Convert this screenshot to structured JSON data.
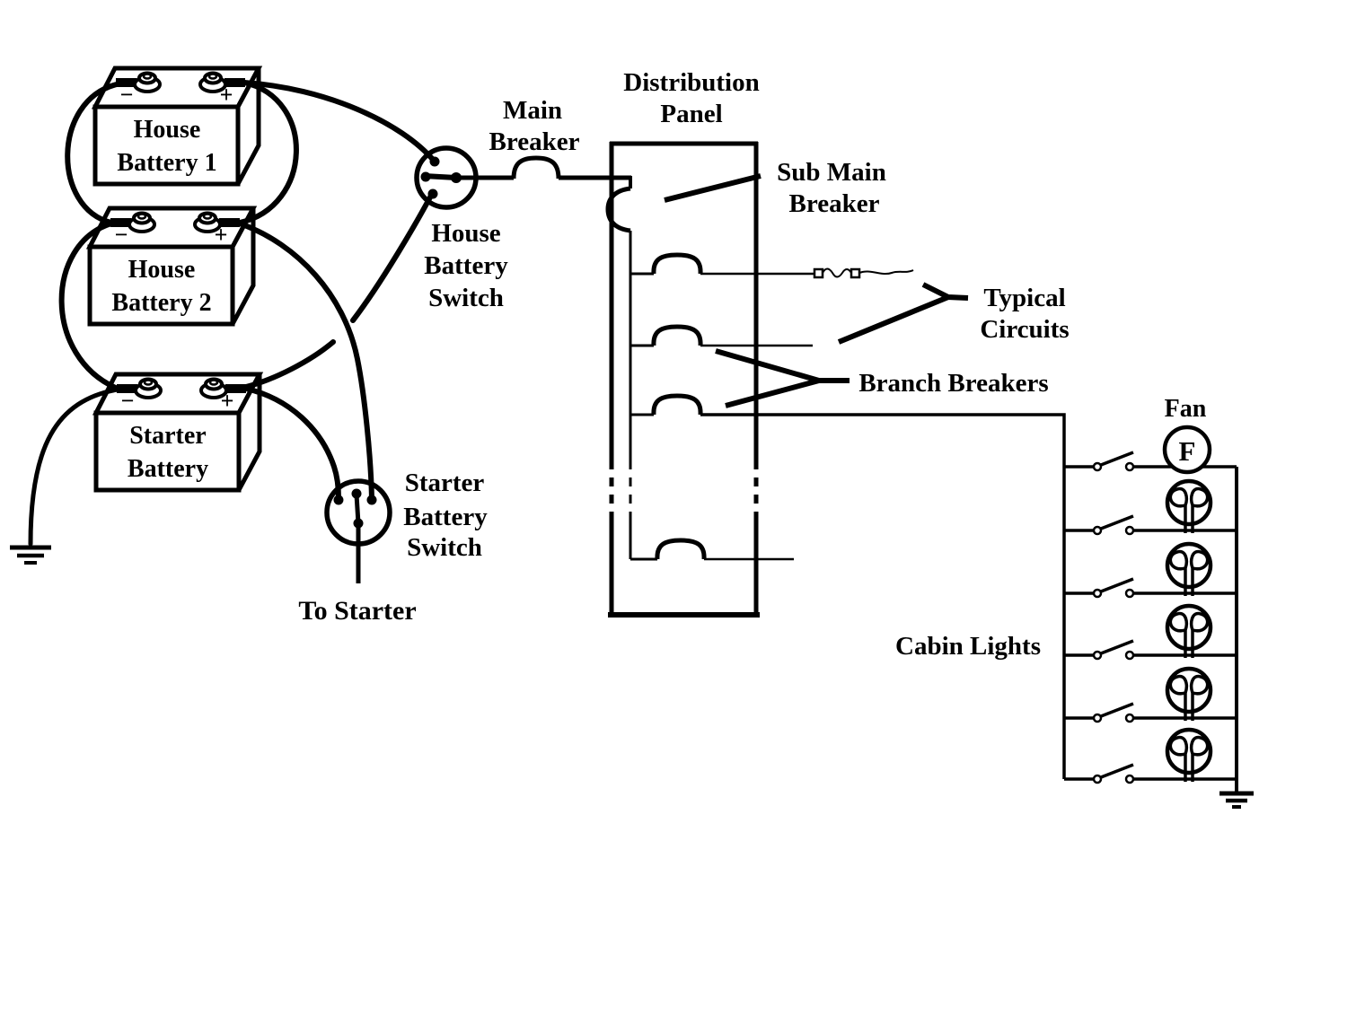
{
  "colors": {
    "ink": "#000000",
    "paper": "#ffffff"
  },
  "diagram": {
    "batteries": [
      {
        "line1": "House",
        "line2": "Battery 1",
        "minus": "−",
        "plus": "+"
      },
      {
        "line1": "House",
        "line2": "Battery 2",
        "minus": "−",
        "plus": "+"
      },
      {
        "line1": "Starter",
        "line2": "Battery",
        "minus": "−",
        "plus": "+"
      }
    ],
    "labels": {
      "distribution_panel": [
        "Distribution",
        "Panel"
      ],
      "main_breaker": [
        "Main",
        "Breaker"
      ],
      "sub_main_breaker": [
        "Sub Main",
        "Breaker"
      ],
      "house_battery_switch": [
        "House",
        "Battery",
        "Switch"
      ],
      "starter_battery_switch": [
        "Starter",
        "Battery",
        "Switch"
      ],
      "to_starter": "To Starter",
      "typical_circuits": [
        "Typical",
        "Circuits"
      ],
      "branch_breakers": "Branch Breakers",
      "fan": "Fan",
      "fan_symbol": "F",
      "cabin_lights": "Cabin Lights"
    },
    "counts": {
      "cabin_light_switches": 6,
      "lamps": 5,
      "fans": 1,
      "panel_branch_breaker_symbols": 4
    }
  }
}
